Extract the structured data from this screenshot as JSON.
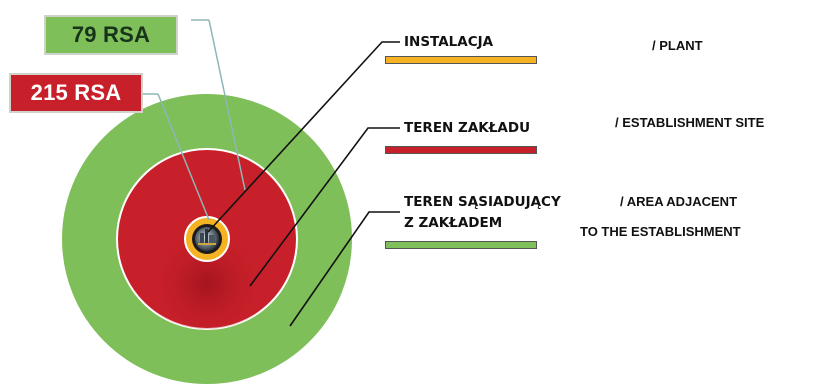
{
  "badges": {
    "outer": {
      "text": "79 RSA"
    },
    "inner": {
      "text": "215 RSA"
    }
  },
  "legend": [
    {
      "pl": "INSTALACJA",
      "pl2": "",
      "en": "/ PLANT",
      "en2": "",
      "color": "#f5b324"
    },
    {
      "pl": "TEREN ZAKŁADU",
      "pl2": "",
      "en": "/ ESTABLISHMENT SITE",
      "en2": "",
      "color": "#c8202a"
    },
    {
      "pl": "TEREN SĄSIADUJĄCY",
      "pl2": "Z ZAKŁADEM",
      "en": "/ AREA ADJACENT",
      "en2": "TO THE ESTABLISHMENT",
      "color": "#7fbf5a"
    }
  ],
  "colors": {
    "outer_zone": "#7fbf5a",
    "site_zone": "#c8202a",
    "plant_ring": "#f5b324",
    "ring_stroke": "#ffffff",
    "leader": "#111111",
    "badge_leader": "#8fb5b5"
  },
  "icons": {
    "center": "industrial-plant-photo-icon"
  }
}
